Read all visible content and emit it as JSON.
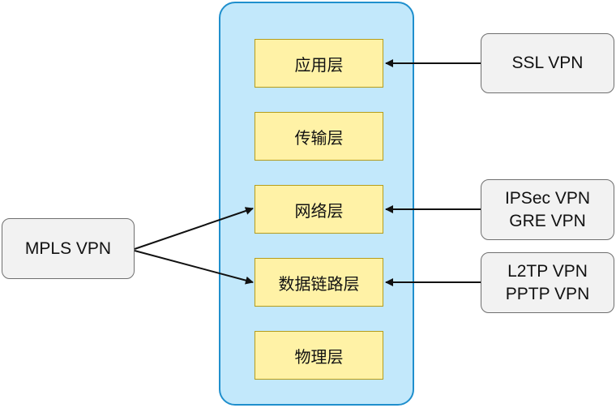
{
  "colors": {
    "stack_fill": "#c2e8fb",
    "stack_border": "#1f8fcd",
    "layer_fill": "#fff2a6",
    "layer_border": "#b59d1c",
    "vpn_fill": "#f2f2f2",
    "vpn_border": "#6f6f6f",
    "arrow": "#111111"
  },
  "layers": [
    {
      "label": "应用层"
    },
    {
      "label": "传输层"
    },
    {
      "label": "网络层"
    },
    {
      "label": "数据链路层"
    },
    {
      "label": "物理层"
    }
  ],
  "vpns": {
    "ssl": {
      "lines": [
        "SSL VPN"
      ],
      "target": "应用层"
    },
    "ipsec": {
      "lines": [
        "IPSec VPN",
        "GRE VPN"
      ],
      "target": "网络层"
    },
    "l2tp": {
      "lines": [
        "L2TP VPN",
        "PPTP VPN"
      ],
      "target": "数据链路层"
    },
    "mpls": {
      "lines": [
        "MPLS VPN"
      ],
      "targets": [
        "网络层",
        "数据链路层"
      ]
    }
  }
}
